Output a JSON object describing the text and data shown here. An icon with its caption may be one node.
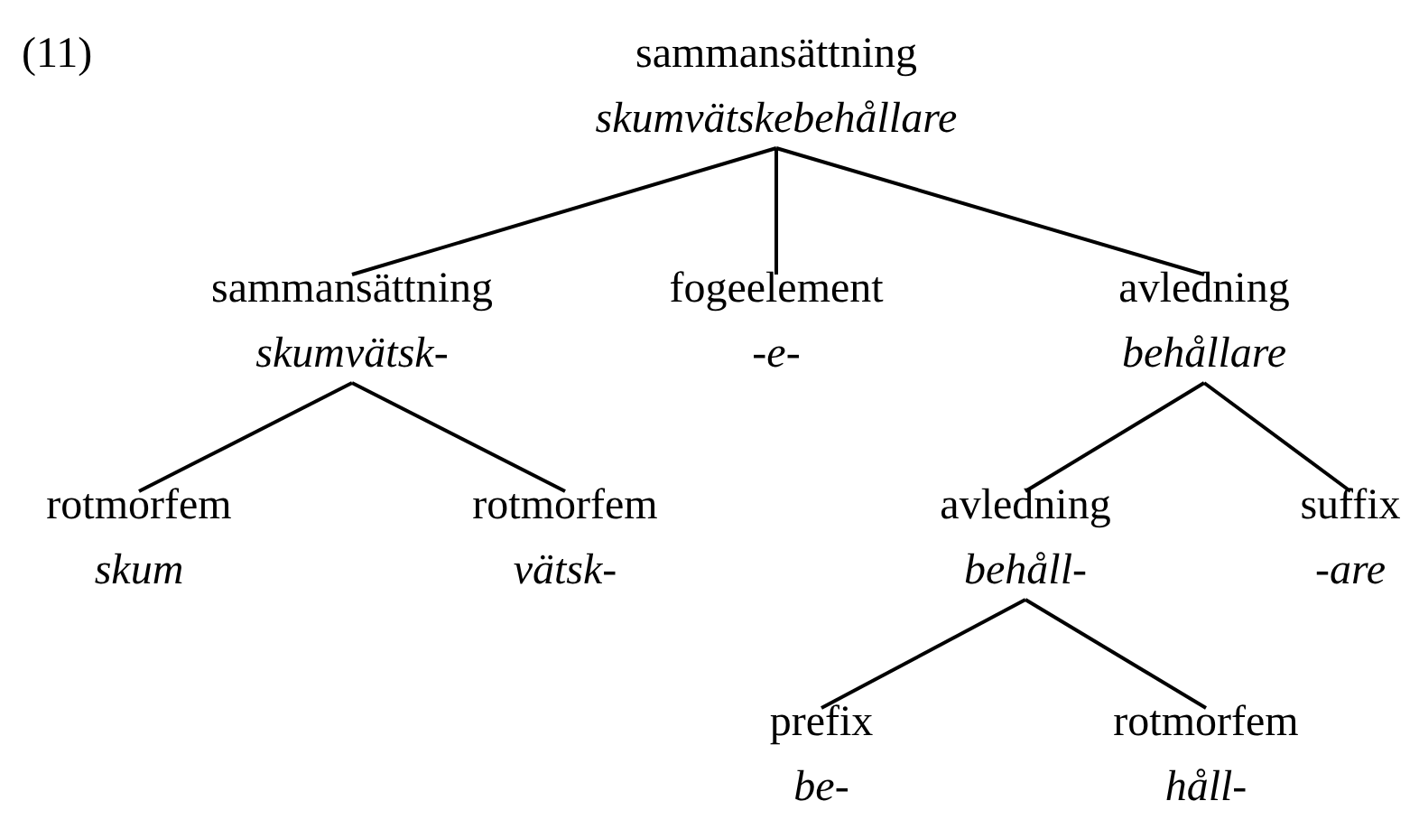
{
  "diagram": {
    "nodes": [
      {
        "text": [
          "sammansättning",
          "skumvätskebehållare"
        ]
      },
      {
        "text": [
          "sammansättning",
          "skumvätsk-"
        ]
      },
      {
        "text": [
          "fogeelement",
          "-e-"
        ]
      },
      {
        "text": [
          "avledning",
          "behållare"
        ]
      },
      {
        "text": [
          "rotmorfem",
          "skum"
        ]
      },
      {
        "text": [
          "rotmorfem",
          "vätsk-"
        ]
      },
      {
        "text": [
          "avledning",
          "behåll-"
        ]
      },
      {
        "text": [
          "suffix",
          "-are"
        ]
      },
      {
        "text": [
          "prefix",
          "be-"
        ]
      },
      {
        "text": [
          "rotmorfem",
          "håll-"
        ]
      }
    ],
    "edges": [
      {
        "from": 0,
        "to": 1,
        "arrow": "none"
      },
      {
        "from": 0,
        "to": 2,
        "arrow": "none"
      },
      {
        "from": 0,
        "to": 3,
        "arrow": "none"
      },
      {
        "from": 1,
        "to": 4,
        "arrow": "none"
      },
      {
        "from": 1,
        "to": 5,
        "arrow": "none"
      },
      {
        "from": 3,
        "to": 6,
        "arrow": "none"
      },
      {
        "from": 3,
        "to": 7,
        "arrow": "none"
      },
      {
        "from": 6,
        "to": 8,
        "arrow": "none"
      },
      {
        "from": 6,
        "to": 9,
        "arrow": "none"
      }
    ],
    "labels": [
      "(11)"
    ]
  }
}
